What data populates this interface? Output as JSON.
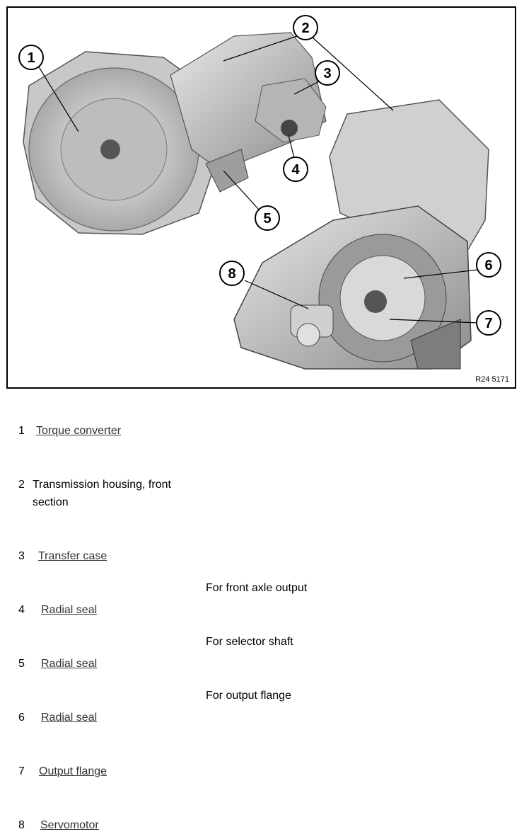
{
  "figure": {
    "reference": "R24 5171",
    "callouts": [
      "1",
      "2",
      "3",
      "4",
      "5",
      "6",
      "7",
      "8"
    ]
  },
  "legend": [
    {
      "number": "1",
      "label": "Torque converter",
      "link": true,
      "note": ""
    },
    {
      "number": "2",
      "label": "Transmission housing, front section",
      "link": false,
      "note": ""
    },
    {
      "number": "3",
      "label": "Transfer case",
      "link": true,
      "note": ""
    },
    {
      "number": "4",
      "label": "Radial seal",
      "link": true,
      "note": "For front axle output"
    },
    {
      "number": "5",
      "label": "Radial seal",
      "link": true,
      "note": "For selector shaft"
    },
    {
      "number": "6",
      "label": "Radial seal",
      "link": true,
      "note": "For output flange"
    },
    {
      "number": "7",
      "label": "Output flange",
      "link": true,
      "note": ""
    },
    {
      "number": "8",
      "label": "Servomotor",
      "link": true,
      "note": ""
    }
  ]
}
